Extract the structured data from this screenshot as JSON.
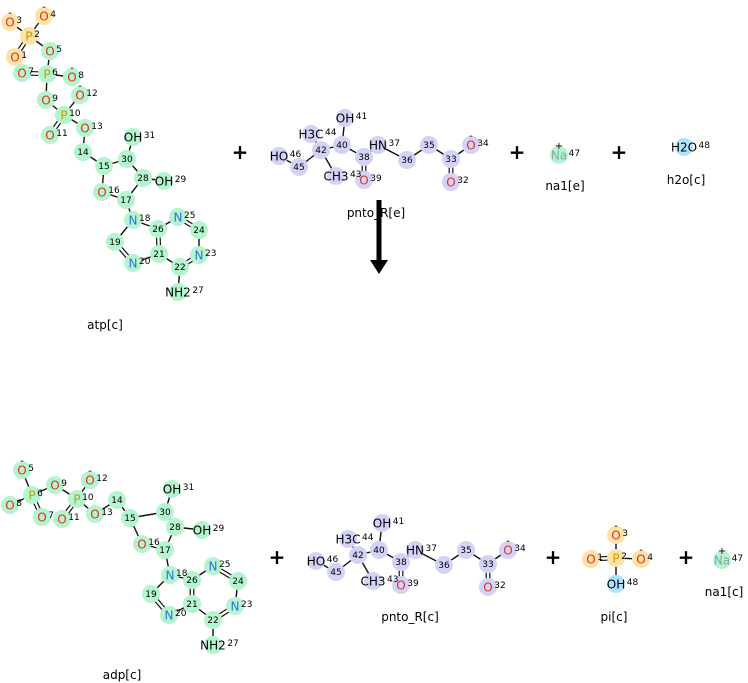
{
  "colors": {
    "orange": "#ffe2a8",
    "green": "#b4f5cf",
    "lavender": "#d3d3f7",
    "blue": "#aee4fb",
    "O": "#e0301e",
    "N": "#2f6fe8",
    "P": "#c99a00",
    "Na": "#8aa8a8"
  },
  "operators": {
    "plus": "+"
  },
  "species": [
    {
      "id": "atp",
      "name": "atp[c]",
      "hl": "green",
      "atoms": [
        {
          "n": "1",
          "l": "O",
          "hl": "orange"
        },
        {
          "n": "2",
          "l": "P",
          "hl": "orange"
        },
        {
          "n": "3",
          "l": "O",
          "c": "-",
          "hl": "orange"
        },
        {
          "n": "4",
          "l": "O",
          "c": "-",
          "hl": "orange"
        },
        {
          "n": "5",
          "l": "O"
        },
        {
          "n": "6",
          "l": "P"
        },
        {
          "n": "7",
          "l": "O"
        },
        {
          "n": "8",
          "l": "O",
          "c": "-"
        },
        {
          "n": "9",
          "l": "O"
        },
        {
          "n": "10",
          "l": "P"
        },
        {
          "n": "11",
          "l": "O"
        },
        {
          "n": "12",
          "l": "O",
          "c": "-"
        },
        {
          "n": "13",
          "l": "O"
        },
        {
          "n": "14",
          "l": ""
        },
        {
          "n": "15",
          "l": ""
        },
        {
          "n": "16",
          "l": "O"
        },
        {
          "n": "17",
          "l": ""
        },
        {
          "n": "18",
          "l": "N"
        },
        {
          "n": "19",
          "l": ""
        },
        {
          "n": "20",
          "l": "N"
        },
        {
          "n": "21",
          "l": ""
        },
        {
          "n": "22",
          "l": ""
        },
        {
          "n": "23",
          "l": "N"
        },
        {
          "n": "24",
          "l": ""
        },
        {
          "n": "25",
          "l": "N"
        },
        {
          "n": "26",
          "l": ""
        },
        {
          "n": "27",
          "l": "NH2"
        },
        {
          "n": "28",
          "l": ""
        },
        {
          "n": "29",
          "l": "OH"
        },
        {
          "n": "30",
          "l": ""
        },
        {
          "n": "31",
          "l": "OH"
        }
      ]
    },
    {
      "id": "pnto_e",
      "name": "pnto_R[e]",
      "hl": "lavender",
      "atoms": [
        {
          "n": "32",
          "l": "O"
        },
        {
          "n": "33",
          "l": ""
        },
        {
          "n": "34",
          "l": "O",
          "c": "-"
        },
        {
          "n": "35",
          "l": ""
        },
        {
          "n": "36",
          "l": ""
        },
        {
          "n": "37",
          "l": "HN"
        },
        {
          "n": "38",
          "l": ""
        },
        {
          "n": "39",
          "l": "O"
        },
        {
          "n": "40",
          "l": ""
        },
        {
          "n": "41",
          "l": "OH"
        },
        {
          "n": "42",
          "l": ""
        },
        {
          "n": "43",
          "l": "CH3"
        },
        {
          "n": "44",
          "l": "H3C"
        },
        {
          "n": "45",
          "l": ""
        },
        {
          "n": "46",
          "l": "HO"
        }
      ]
    },
    {
      "id": "na_e",
      "name": "na1[e]",
      "hl": "green",
      "atoms": [
        {
          "n": "47",
          "l": "Na",
          "c": "+"
        }
      ]
    },
    {
      "id": "h2o",
      "name": "h2o[c]",
      "hl": "blue",
      "atoms": [
        {
          "n": "48",
          "l": "H2O"
        }
      ]
    },
    {
      "id": "adp",
      "name": "adp[c]",
      "hl": "green",
      "atoms": [
        {
          "n": "5",
          "l": "O",
          "c": "-"
        },
        {
          "n": "6",
          "l": "P"
        },
        {
          "n": "7",
          "l": "O"
        },
        {
          "n": "8",
          "l": "O"
        },
        {
          "n": "9",
          "l": "O"
        },
        {
          "n": "10",
          "l": "P"
        },
        {
          "n": "11",
          "l": "O"
        },
        {
          "n": "12",
          "l": "O",
          "c": "-"
        },
        {
          "n": "13",
          "l": "O"
        },
        {
          "n": "14",
          "l": ""
        },
        {
          "n": "15",
          "l": ""
        },
        {
          "n": "16",
          "l": "O"
        },
        {
          "n": "17",
          "l": ""
        },
        {
          "n": "18",
          "l": "N"
        },
        {
          "n": "19",
          "l": ""
        },
        {
          "n": "20",
          "l": "N"
        },
        {
          "n": "21",
          "l": ""
        },
        {
          "n": "22",
          "l": ""
        },
        {
          "n": "23",
          "l": "N"
        },
        {
          "n": "24",
          "l": ""
        },
        {
          "n": "25",
          "l": "N"
        },
        {
          "n": "26",
          "l": ""
        },
        {
          "n": "27",
          "l": "NH2"
        },
        {
          "n": "28",
          "l": ""
        },
        {
          "n": "29",
          "l": "OH"
        },
        {
          "n": "30",
          "l": ""
        },
        {
          "n": "31",
          "l": "OH"
        }
      ]
    },
    {
      "id": "pnto_c",
      "name": "pnto_R[c]",
      "hl": "lavender",
      "atoms": [
        {
          "n": "32",
          "l": "O"
        },
        {
          "n": "33",
          "l": ""
        },
        {
          "n": "34",
          "l": "O",
          "c": "-"
        },
        {
          "n": "35",
          "l": ""
        },
        {
          "n": "36",
          "l": ""
        },
        {
          "n": "37",
          "l": "HN"
        },
        {
          "n": "38",
          "l": ""
        },
        {
          "n": "39",
          "l": "O"
        },
        {
          "n": "40",
          "l": ""
        },
        {
          "n": "41",
          "l": "OH"
        },
        {
          "n": "42",
          "l": ""
        },
        {
          "n": "43",
          "l": "CH3"
        },
        {
          "n": "44",
          "l": "H3C"
        },
        {
          "n": "45",
          "l": ""
        },
        {
          "n": "46",
          "l": "HO"
        }
      ]
    },
    {
      "id": "pi",
      "name": "pi[c]",
      "hl": "orange",
      "atoms": [
        {
          "n": "1",
          "l": "O"
        },
        {
          "n": "2",
          "l": "P"
        },
        {
          "n": "3",
          "l": "O",
          "c": "-"
        },
        {
          "n": "4",
          "l": "O",
          "c": "-"
        },
        {
          "n": "48",
          "l": "OH",
          "hl": "blue"
        }
      ]
    },
    {
      "id": "na_c",
      "name": "na1[c]",
      "hl": "green",
      "atoms": [
        {
          "n": "47",
          "l": "Na",
          "c": "+"
        }
      ]
    }
  ]
}
